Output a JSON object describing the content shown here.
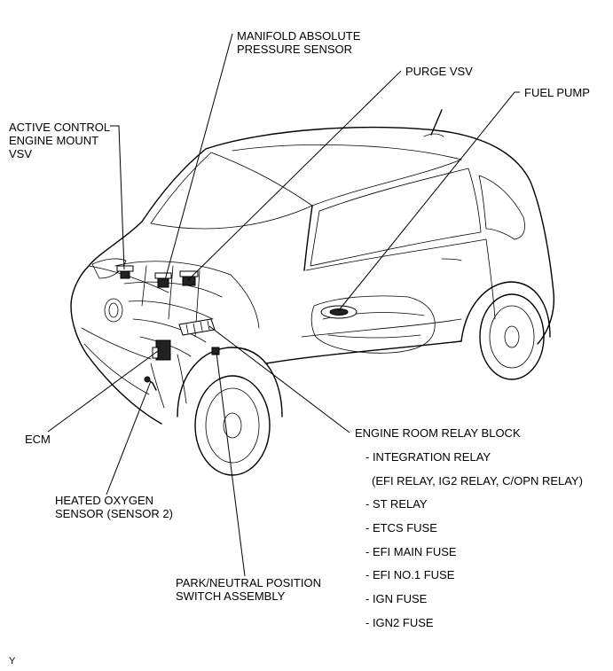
{
  "labels": {
    "manifold_sensor": [
      "MANIFOLD ABSOLUTE",
      "PRESSURE SENSOR"
    ],
    "purge_vsv": "PURGE VSV",
    "fuel_pump": "FUEL PUMP",
    "engine_mount_vsv": [
      "ACTIVE CONTROL",
      "ENGINE MOUNT",
      "VSV"
    ],
    "ecm": "ECM",
    "oxygen_sensor": [
      "HEATED OXYGEN",
      "SENSOR (SENSOR 2)"
    ],
    "park_neutral_switch": [
      "PARK/NEUTRAL POSITION",
      "SWITCH ASSEMBLY"
    ],
    "relay_block": {
      "title": "ENGINE ROOM RELAY BLOCK",
      "items": [
        "- INTEGRATION RELAY",
        "(EFI RELAY, IG2 RELAY, C/OPN RELAY)",
        "- ST RELAY",
        "- ETCS FUSE",
        "- EFI MAIN FUSE",
        "- EFI NO.1 FUSE",
        "- IGN FUSE",
        "- IGN2 FUSE"
      ]
    }
  },
  "corner_mark": "Y"
}
